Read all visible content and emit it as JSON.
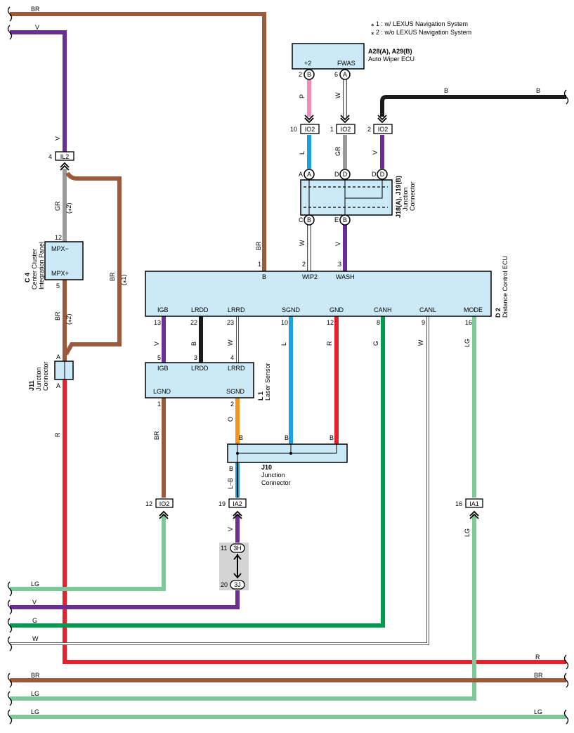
{
  "notes": [
    "⁎ 1 : w/ LEXUS Navigation System",
    "⁎ 2 : w/o LEXUS Navigation System"
  ],
  "colors": {
    "BR": "#9c5a3a",
    "V": "#6b2f92",
    "R": "#e8202a",
    "G": "#009a4e",
    "LG": "#7ec89a",
    "W": "#ffffff",
    "B": "#1a1a1a",
    "GR": "#9a9a9a",
    "L": "#1aa3e0",
    "O": "#f7941d",
    "P": "#f08cb8",
    "box": "#cce9f7"
  },
  "components": {
    "auto_wiper": {
      "code": "A28(A), A29(B)",
      "name": "Auto Wiper ECU",
      "pins": [
        "+2",
        "FWAS"
      ]
    },
    "junction_j18": {
      "code": "J18(A), J19(B)",
      "name1": "Junction",
      "name2": "Connector"
    },
    "center_cluster": {
      "code": "C 4",
      "name1": "Center Cluster",
      "name2": "Integration Panel",
      "pins": [
        "MPX−",
        "MPX+"
      ]
    },
    "distance_ecu": {
      "code": "D 2",
      "name": "Distance Control ECU",
      "pins": [
        "B",
        "WIP2",
        "WASH",
        "IGB",
        "LRDD",
        "LRRD",
        "SGND",
        "GND",
        "CANH",
        "CANL",
        "MODE"
      ]
    },
    "laser_sensor": {
      "code": "L 1",
      "name": "Laser Sensor",
      "pins": [
        "IGB",
        "LRDD",
        "LRRD",
        "LGND",
        "SGND"
      ]
    },
    "junction_j11": {
      "code": "J11",
      "name1": "Junction",
      "name2": "Connector"
    },
    "junction_j10": {
      "code": "J10",
      "name1": "Junction",
      "name2": "Connector"
    }
  },
  "connectors": {
    "il2": "IL2",
    "io2_10": "IO2",
    "io2_1": "IO2",
    "io2_2": "IO2",
    "io2_12": "IO2",
    "ia2": "IA2",
    "ia1": "IA1",
    "c3h": "3H",
    "c3j": "3J"
  },
  "pins": {
    "p2": "2",
    "p6": "6",
    "p10": "10",
    "p1": "1",
    "p2b": "2",
    "p4": "4",
    "p12": "12",
    "p5": "5",
    "ecu1": "1",
    "ecu2": "2",
    "ecu3": "3",
    "ecu13": "13",
    "ecu22": "22",
    "ecu23": "23",
    "ecu10": "10",
    "ecu12": "12",
    "ecu8": "8",
    "ecu9": "9",
    "ecu16": "16",
    "ls5": "5",
    "ls3": "3",
    "ls4": "4",
    "ls1": "1",
    "ls2": "2",
    "io12": "12",
    "ia19": "19",
    "ia16": "16",
    "h11": "11",
    "j20": "20"
  },
  "terminals": {
    "B": "B",
    "A": "A",
    "D": "D",
    "C": "C",
    "E": "E"
  },
  "wire_labels": {
    "BR": "BR",
    "V": "V",
    "R": "R",
    "G": "G",
    "LG": "LG",
    "W": "W",
    "B": "B",
    "GR": "GR",
    "L": "L",
    "O": "O",
    "P": "P",
    "LB": "L–B"
  },
  "marks": {
    "n1": "(⁎1)",
    "n2": "(⁎2)"
  }
}
